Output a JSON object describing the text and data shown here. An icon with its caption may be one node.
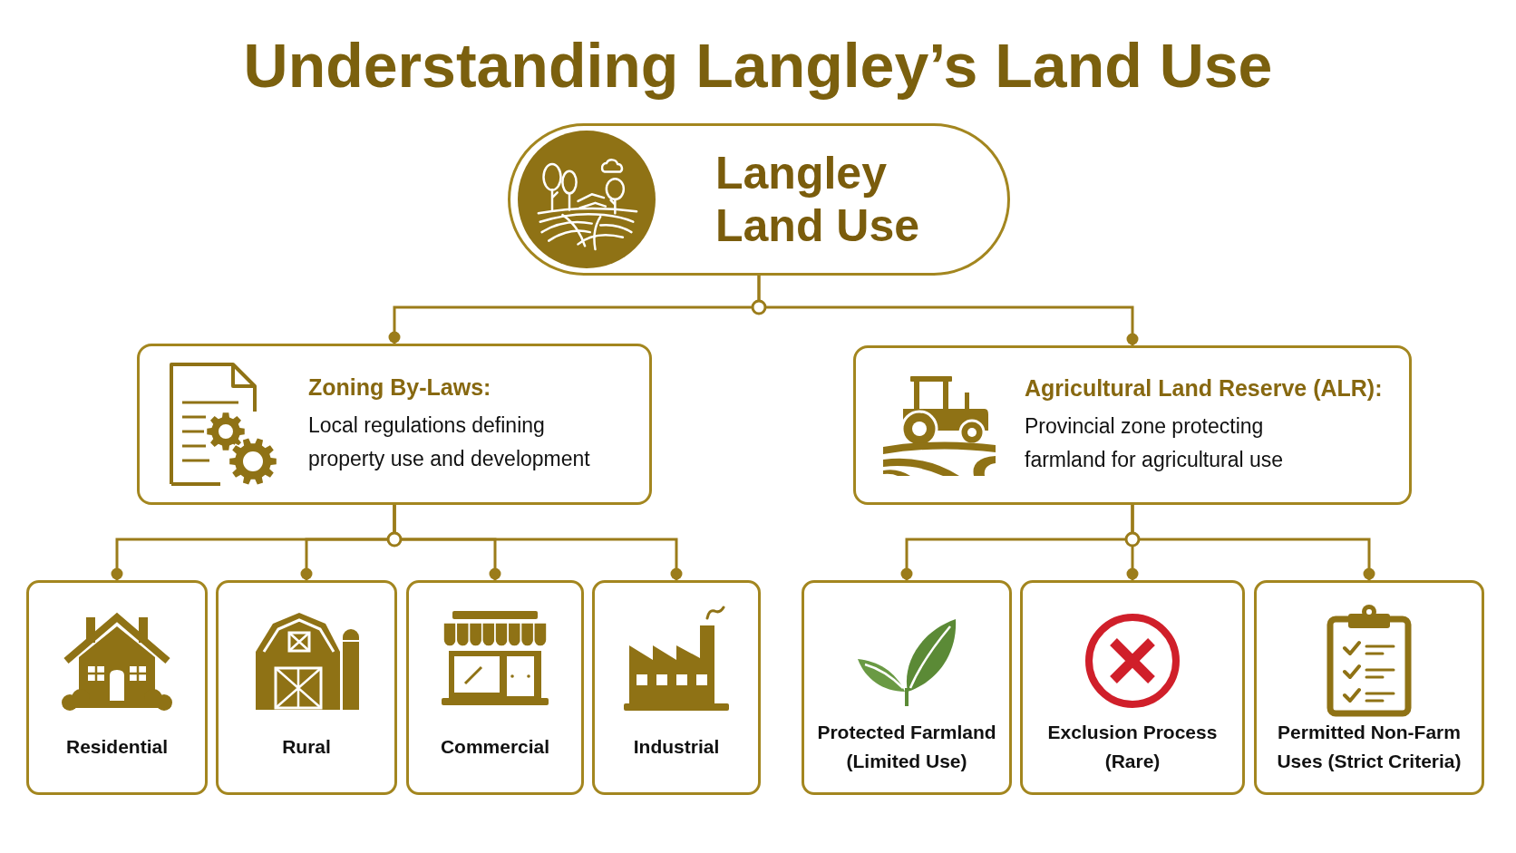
{
  "diagram": {
    "title": "Understanding Langley’s Land Use",
    "nodes": [
      {
        "text": [
          "Langley Land Use"
        ]
      },
      {
        "text": [
          "Zoning By-Laws:",
          "Local regulations defining property use and development"
        ]
      },
      {
        "text": [
          "Agricultural Land Reserve (ALR):",
          "Provincial zone protecting farmland for agricultural use"
        ]
      },
      {
        "text": [
          "Residential"
        ]
      },
      {
        "text": [
          "Rural"
        ]
      },
      {
        "text": [
          "Commercial"
        ]
      },
      {
        "text": [
          "Industrial"
        ]
      },
      {
        "text": [
          "Protected Farmland (Limited Use)"
        ]
      },
      {
        "text": [
          "Exclusion Process (Rare)"
        ]
      },
      {
        "text": [
          "Permitted Non-Farm Uses (Strict Criteria)"
        ]
      }
    ],
    "edges": [
      {
        "from": 0,
        "to": 1,
        "arrow": "other"
      },
      {
        "from": 0,
        "to": 2,
        "arrow": "other"
      },
      {
        "from": 1,
        "to": 3,
        "arrow": "other"
      },
      {
        "from": 1,
        "to": 4,
        "arrow": "other"
      },
      {
        "from": 1,
        "to": 5,
        "arrow": "other"
      },
      {
        "from": 1,
        "to": 6,
        "arrow": "other"
      },
      {
        "from": 2,
        "to": 7,
        "arrow": "other"
      },
      {
        "from": 2,
        "to": 8,
        "arrow": "other"
      },
      {
        "from": 2,
        "to": 9,
        "arrow": "other"
      }
    ]
  }
}
